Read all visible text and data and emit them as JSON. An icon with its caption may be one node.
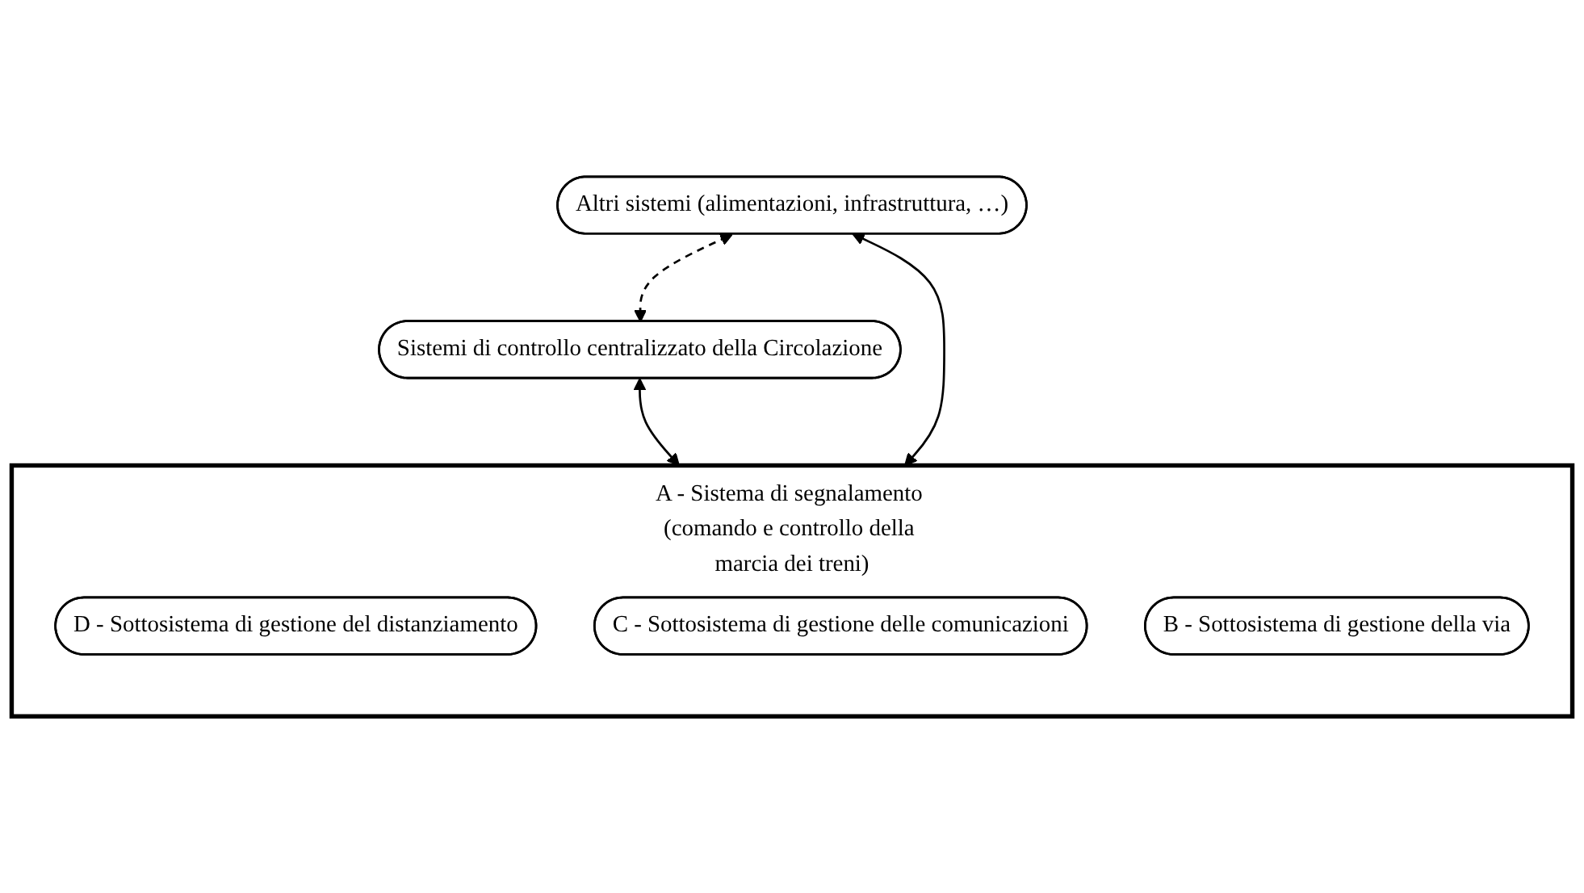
{
  "diagram": {
    "nodes": [
      {
        "text": [
          "Altri sistemi (alimentazioni, infrastruttura, …)"
        ]
      },
      {
        "text": [
          "Sistemi di controllo centralizzato della Circolazione"
        ]
      },
      {
        "text": [
          "A - Sistema di segnalamento (comando e controllo della marcia dei treni)"
        ]
      },
      {
        "text": [
          "D - Sottosistema di gestione del distanziamento"
        ],
        "in": 2
      },
      {
        "text": [
          "C - Sottosistema di gestione delle comunicazioni"
        ],
        "in": 2
      },
      {
        "text": [
          "B - Sottosistema di gestione della via"
        ],
        "in": 2
      }
    ],
    "edges": [
      {
        "from": 0,
        "to": 1,
        "arrow": "both",
        "style": "dashed"
      },
      {
        "from": 1,
        "to": 2,
        "arrow": "both"
      },
      {
        "from": 0,
        "to": 2,
        "arrow": "both"
      }
    ]
  }
}
